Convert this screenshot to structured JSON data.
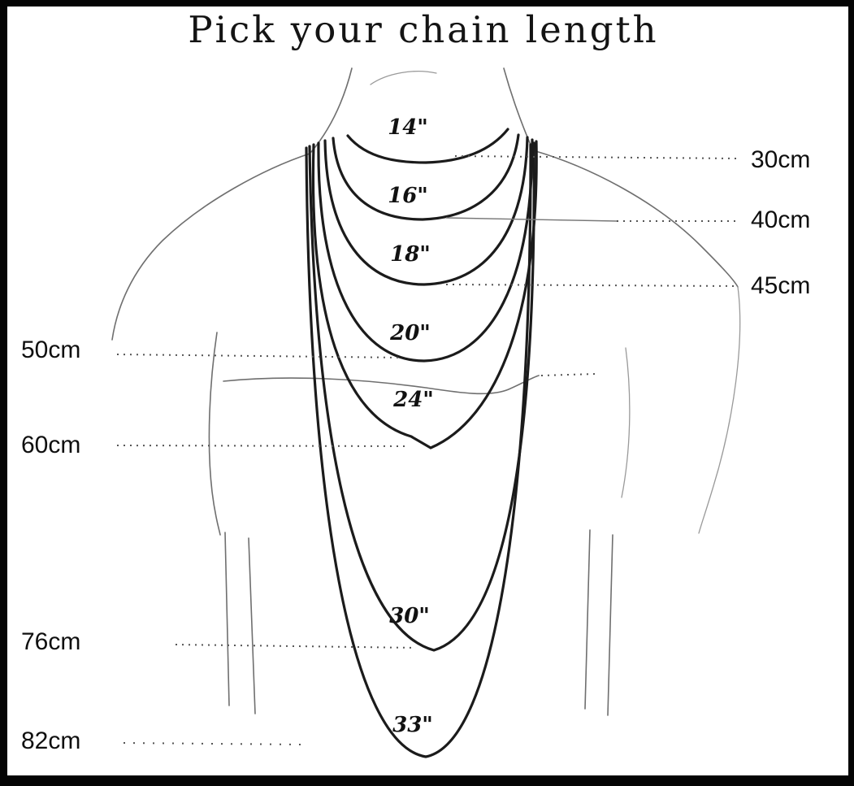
{
  "title": "Pick your chain length",
  "chains": [
    {
      "inches": "14\"",
      "cm": "30cm",
      "cm_side": "right"
    },
    {
      "inches": "16\"",
      "cm": "40cm",
      "cm_side": "right"
    },
    {
      "inches": "18\"",
      "cm": "45cm",
      "cm_side": "right"
    },
    {
      "inches": "20\"",
      "cm": "50cm",
      "cm_side": "left"
    },
    {
      "inches": "24\"",
      "cm": "60cm",
      "cm_side": "left"
    },
    {
      "inches": "30\"",
      "cm": "76cm",
      "cm_side": "left"
    },
    {
      "inches": "33\"",
      "cm": "82cm",
      "cm_side": "left"
    }
  ],
  "colors": {
    "chain": "#1b1b1b",
    "body_outline": "#6f6f6f",
    "label": "#0f0f0f",
    "background": "#ffffff"
  }
}
